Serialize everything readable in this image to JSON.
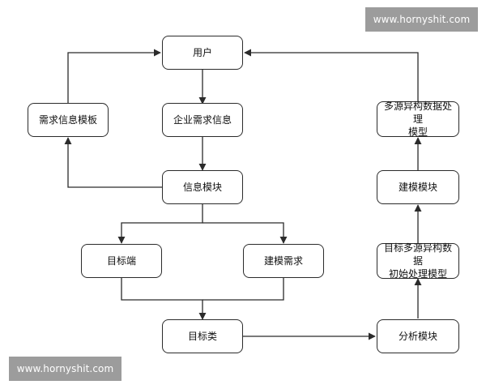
{
  "nodes": {
    "user": "用户",
    "demand_template": "需求信息模板",
    "enterprise_demand": "企业需求信息",
    "info_module": "信息模块",
    "target_end": "目标端",
    "modeling_demand": "建模需求",
    "target_class": "目标类",
    "analysis_module": "分析模块",
    "initial_model": "目标多源异构数据\n初始处理模型",
    "modeling_module": "建模模块",
    "final_model": "多源异构数据处理\n模型"
  },
  "edges": [
    {
      "from": "user",
      "to": "enterprise_demand"
    },
    {
      "from": "enterprise_demand",
      "to": "info_module"
    },
    {
      "from": "info_module",
      "to": "demand_template"
    },
    {
      "from": "demand_template",
      "to": "user"
    },
    {
      "from": "info_module",
      "to": "target_end"
    },
    {
      "from": "info_module",
      "to": "modeling_demand"
    },
    {
      "from": "target_end",
      "to": "target_class"
    },
    {
      "from": "modeling_demand",
      "to": "target_class"
    },
    {
      "from": "target_class",
      "to": "analysis_module"
    },
    {
      "from": "analysis_module",
      "to": "initial_model"
    },
    {
      "from": "initial_model",
      "to": "modeling_module"
    },
    {
      "from": "modeling_module",
      "to": "final_model"
    },
    {
      "from": "final_model",
      "to": "user"
    }
  ],
  "watermark": {
    "top": "www.hornyshit.com",
    "bottom": "www.hornyshit.com"
  },
  "colors": {
    "stroke": "#2b2b2b",
    "watermark_bg": "#9c9c9c"
  }
}
